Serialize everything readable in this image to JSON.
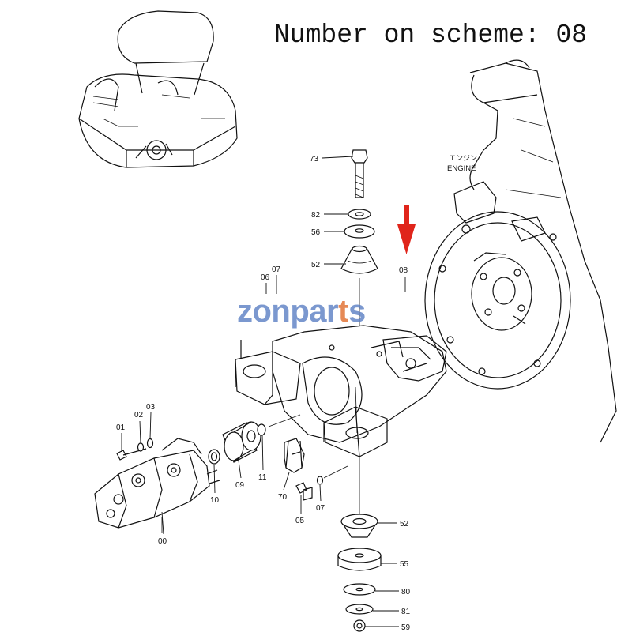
{
  "caption": "Number on scheme: 08",
  "watermark": {
    "part1": "zonpar",
    "part2": "t",
    "part3": "s",
    "accent_color": "#e06c2b",
    "main_color": "#5b7fc4"
  },
  "arrow_color": "#e0251b",
  "engine_label_jp": "エンジン",
  "engine_label_en": "ENGINE",
  "callouts": {
    "c73": "73",
    "c82": "82",
    "c56": "56",
    "c52a": "52",
    "c08": "08",
    "c06": "06",
    "c07a": "07",
    "c01": "01",
    "c02": "02",
    "c03": "03",
    "c00": "00",
    "c10": "10",
    "c09": "09",
    "c11": "11",
    "c70": "70",
    "c05": "05",
    "c07b": "07",
    "c52b": "52",
    "c55": "55",
    "c80": "80",
    "c81": "81",
    "c59": "59"
  }
}
